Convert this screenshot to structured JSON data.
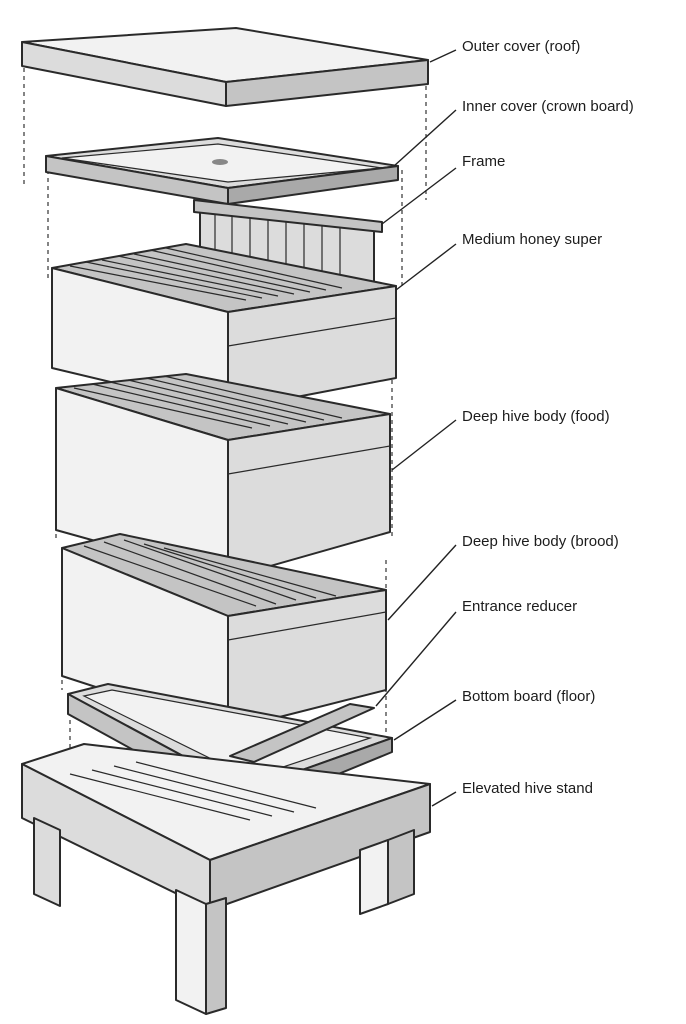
{
  "labels": {
    "outer_cover": "Outer cover (roof)",
    "inner_cover": "Inner cover (crown board)",
    "frame": "Frame",
    "medium_super": "Medium honey super",
    "deep_food": "Deep hive body (food)",
    "deep_brood": "Deep hive body (brood)",
    "entrance_reducer": "Entrance reducer",
    "bottom_board": "Bottom board (floor)",
    "hive_stand": "Elevated hive stand"
  }
}
